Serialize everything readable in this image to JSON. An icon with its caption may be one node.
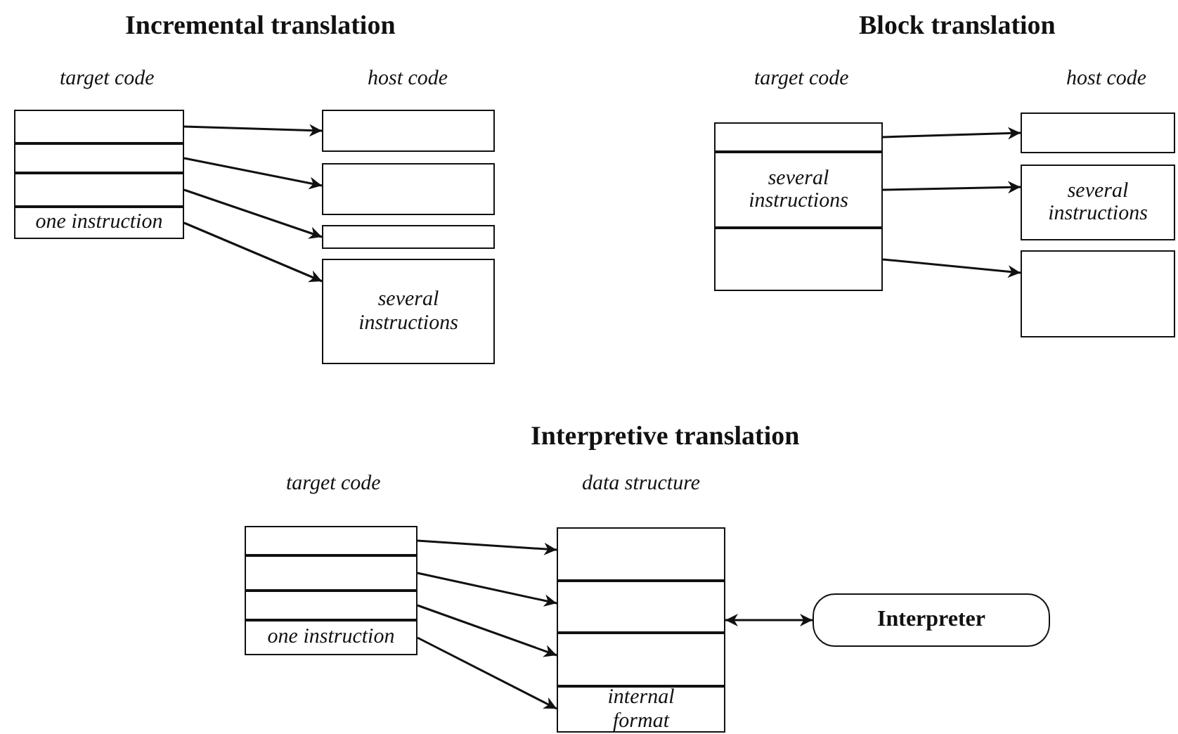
{
  "diagram": {
    "nodes": [
      {
        "text": [],
        "shape": "box"
      },
      {
        "text": [],
        "shape": "box"
      },
      {
        "text": [],
        "shape": "box"
      },
      {
        "text": [
          "one instruction"
        ]
      },
      {
        "text": [],
        "shape": "box"
      },
      {
        "text": [],
        "shape": "box"
      },
      {
        "text": [],
        "shape": "box"
      },
      {
        "text": [
          "several instructions"
        ]
      },
      {
        "text": [],
        "shape": "box"
      },
      {
        "text": [
          "several instructions"
        ]
      },
      {
        "text": [],
        "shape": "box"
      },
      {
        "text": [],
        "shape": "box"
      },
      {
        "text": [
          "several instructions"
        ]
      },
      {
        "text": [],
        "shape": "box"
      },
      {
        "text": [],
        "shape": "box"
      },
      {
        "text": [],
        "shape": "box"
      },
      {
        "text": [],
        "shape": "box"
      },
      {
        "text": [
          "one instruction"
        ]
      },
      {
        "text": [],
        "shape": "box"
      },
      {
        "text": [],
        "shape": "box"
      },
      {
        "text": [],
        "shape": "box"
      },
      {
        "text": [
          "internal format"
        ]
      },
      {
        "text": [
          "Interpreter"
        ]
      }
    ],
    "edges": [
      {
        "from": 0,
        "to": 4,
        "arrow": "to"
      },
      {
        "from": 1,
        "to": 5,
        "arrow": "to"
      },
      {
        "from": 2,
        "to": 6,
        "arrow": "to"
      },
      {
        "from": 3,
        "to": 7,
        "arrow": "to"
      },
      {
        "from": 8,
        "to": 11,
        "arrow": "to"
      },
      {
        "from": 9,
        "to": 12,
        "arrow": "to"
      },
      {
        "from": 10,
        "to": 13,
        "arrow": "to"
      },
      {
        "from": 14,
        "to": 18,
        "arrow": "to"
      },
      {
        "from": 15,
        "to": 19,
        "arrow": "to"
      },
      {
        "from": 16,
        "to": 20,
        "arrow": "to"
      },
      {
        "from": 17,
        "to": 21,
        "arrow": "to"
      },
      {
        "from": 19,
        "to": 22,
        "arrow": "both"
      }
    ],
    "labels": [
      "Incremental translation",
      "target code",
      "host code",
      "Block translation",
      "target code",
      "host code",
      "Interpretive translation",
      "target code",
      "data structure"
    ]
  }
}
